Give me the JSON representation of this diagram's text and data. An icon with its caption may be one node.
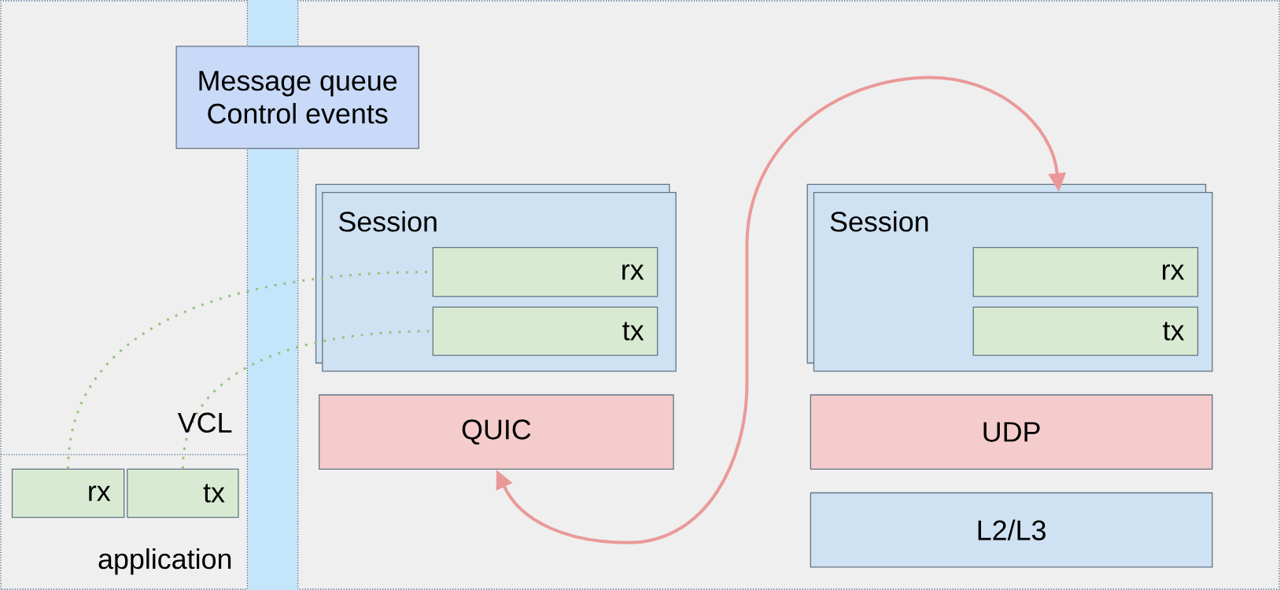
{
  "diagram": {
    "nodes": [
      {
        "text": [
          "Message queue Control events"
        ]
      },
      {
        "text": [
          "Session"
        ]
      },
      {
        "text": [
          "rx"
        ],
        "in": 1
      },
      {
        "text": [
          "tx"
        ],
        "in": 1
      },
      {
        "text": [
          "QUIC"
        ]
      },
      {
        "text": [
          "Session"
        ]
      },
      {
        "text": [
          "rx"
        ],
        "in": 5
      },
      {
        "text": [
          "tx"
        ],
        "in": 5
      },
      {
        "text": [
          "UDP"
        ]
      },
      {
        "text": [
          "L2/L3"
        ]
      },
      {
        "text": [
          "rx"
        ]
      },
      {
        "text": [
          "tx"
        ]
      }
    ],
    "edges": [
      {
        "from": 10,
        "to": 2,
        "arrow": "none",
        "style": "dashed",
        "color": "#93c47d"
      },
      {
        "from": 11,
        "to": 3,
        "arrow": "none",
        "style": "dashed",
        "color": "#93c47d"
      },
      {
        "from": 4,
        "to": 5,
        "arrow": "both",
        "color": "#ea9999"
      }
    ],
    "labels": [
      "VCL",
      "application"
    ]
  }
}
